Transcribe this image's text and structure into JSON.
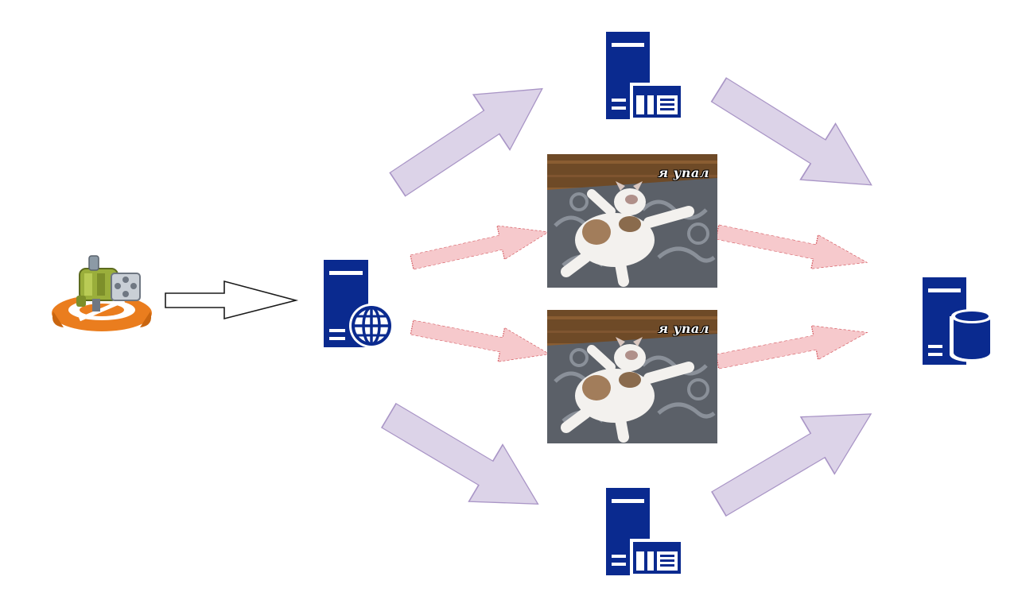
{
  "diagram": {
    "nodes": [
      {
        "id": "attacker",
        "icon": "cannon-icon"
      },
      {
        "id": "load-balancer",
        "icon": "web-server-icon"
      },
      {
        "id": "app-server-top",
        "icon": "application-server-icon"
      },
      {
        "id": "app-server-bottom",
        "icon": "application-server-icon"
      },
      {
        "id": "failed-server-1",
        "icon": "fallen-cat-photo"
      },
      {
        "id": "failed-server-2",
        "icon": "fallen-cat-photo"
      },
      {
        "id": "database",
        "icon": "database-server-icon"
      }
    ],
    "edges": [
      {
        "from": "attacker",
        "to": "load-balancer",
        "style": "outline"
      },
      {
        "from": "load-balancer",
        "to": "app-server-top",
        "style": "solid-lavender"
      },
      {
        "from": "load-balancer",
        "to": "app-server-bottom",
        "style": "solid-lavender"
      },
      {
        "from": "load-balancer",
        "to": "failed-server-1",
        "style": "dashed-pink"
      },
      {
        "from": "load-balancer",
        "to": "failed-server-2",
        "style": "dashed-pink"
      },
      {
        "from": "app-server-top",
        "to": "database",
        "style": "solid-lavender"
      },
      {
        "from": "app-server-bottom",
        "to": "database",
        "style": "solid-lavender"
      },
      {
        "from": "failed-server-1",
        "to": "database",
        "style": "dashed-pink"
      },
      {
        "from": "failed-server-2",
        "to": "database",
        "style": "dashed-pink"
      }
    ],
    "photo_caption": "я упал",
    "colors": {
      "server_blue": "#0a2a8f",
      "arrow_lavender": "#dcd3e8",
      "arrow_lavender_stroke": "#a995c6",
      "arrow_pink": "#f6c9cc",
      "arrow_pink_stroke": "#d4585f",
      "cannon_orange": "#ea7d1e",
      "cannon_green": "#9aae3b"
    }
  }
}
